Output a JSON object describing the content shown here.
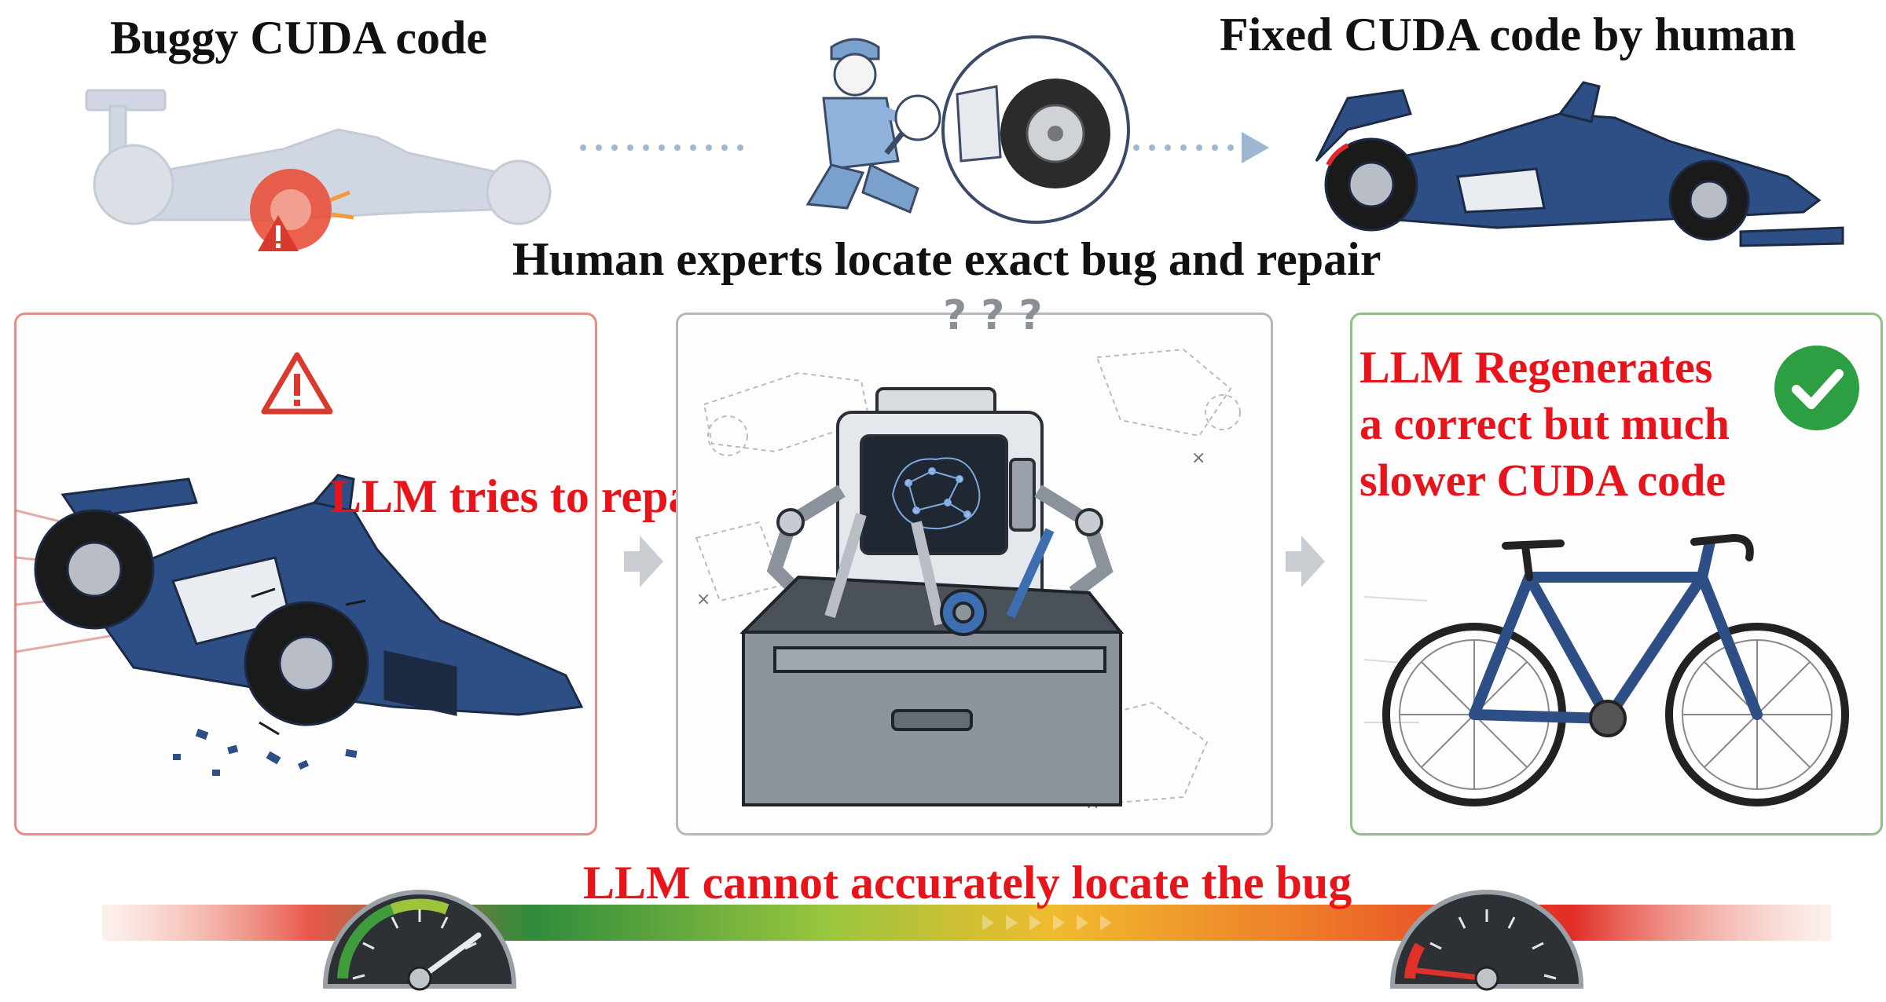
{
  "top": {
    "buggy_title": "Buggy CUDA code",
    "fixed_title": "Fixed CUDA code by human",
    "human_caption": "Human experts locate exact bug and repair"
  },
  "panels": {
    "left_label": "LLM tries to repair",
    "middle_marks": "? ? ?",
    "right_label_lines": [
      "LLM Regenerates",
      "a correct but much",
      "slower CUDA code"
    ]
  },
  "bottom": {
    "caption": "LLM cannot accurately locate the bug"
  },
  "colors": {
    "black_text": "#111111",
    "red_text": "#e8141b",
    "left_border": "#e88b84",
    "middle_border": "#b5b9bd",
    "right_border": "#8fbf86",
    "car_blue": "#2e4f86",
    "check_green": "#2e9e43",
    "warning_red": "#d83a2e"
  }
}
